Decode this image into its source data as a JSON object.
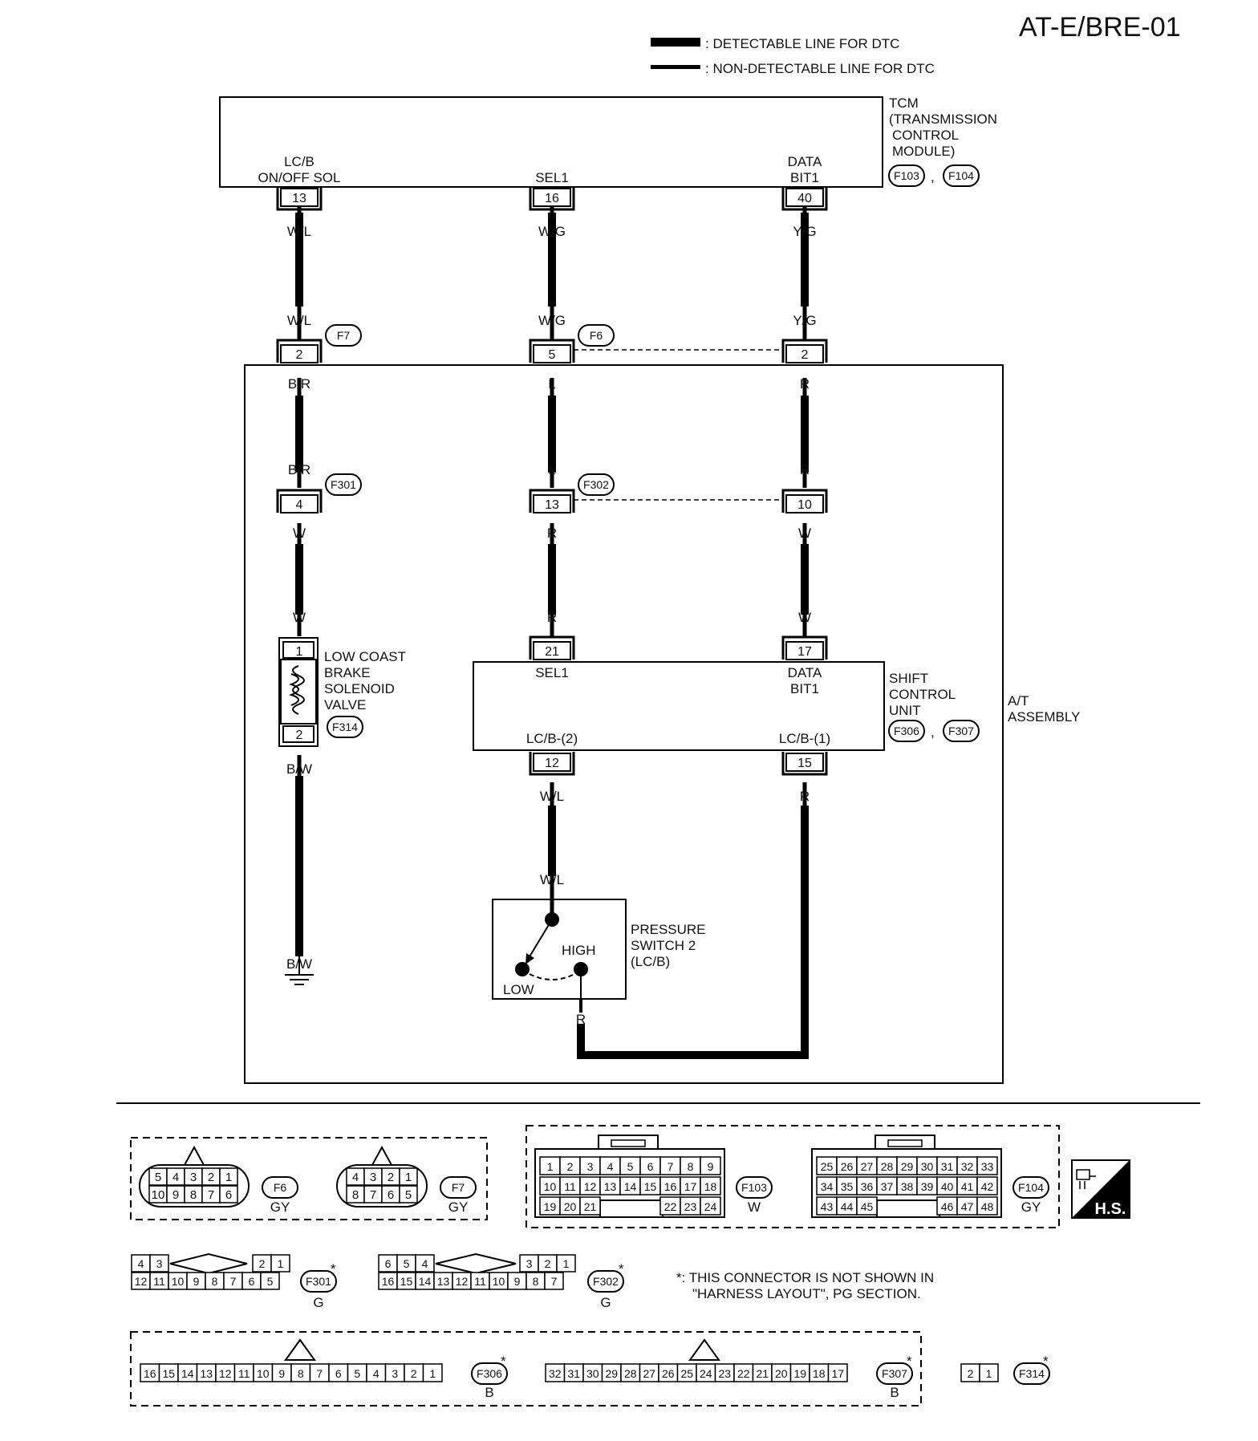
{
  "page_id": "AT-E/BRE-01",
  "legend": {
    "detectable": ": DETECTABLE LINE FOR DTC",
    "non_detectable": ": NON-DETECTABLE LINE FOR DTC"
  },
  "tcm": {
    "name_lines": [
      "TCM",
      "(TRANSMISSION",
      "CONTROL",
      "MODULE)"
    ],
    "connectors": [
      "F103",
      "F104"
    ],
    "comma": ","
  },
  "circuits": [
    {
      "tcm_label": [
        "LC/B",
        "ON/OFF SOL"
      ],
      "tcm_pin": "13",
      "w1_top": "W/L",
      "w1_bot": "W/L",
      "joint_conn": "F7",
      "joint_pin": "2",
      "w2_top": "B/R",
      "w2_bot": "B/R",
      "sub_conn": "F301",
      "sub_pin": "4",
      "w3_top": "W",
      "w3_bot": "W"
    },
    {
      "tcm_label": [
        "SEL1"
      ],
      "tcm_pin": "16",
      "w1_top": "W/G",
      "w1_bot": "W/G",
      "joint_conn": "F6",
      "joint_pin": "5",
      "w2_top": "L",
      "w2_bot": "L",
      "sub_conn": "F302",
      "sub_pin": "13",
      "w3_top": "R",
      "w3_bot": "R"
    },
    {
      "tcm_label": [
        "DATA",
        "BIT1"
      ],
      "tcm_pin": "40",
      "w1_top": "Y/G",
      "w1_bot": "Y/G",
      "joint_pin": "2",
      "w2_top": "R",
      "w2_bot": "R",
      "sub_pin": "10",
      "w3_top": "W",
      "w3_bot": "W"
    }
  ],
  "solenoid": {
    "name_lines": [
      "LOW COAST",
      "BRAKE",
      "SOLENOID",
      "VALVE"
    ],
    "connector": "F314",
    "pin_top": "1",
    "pin_bottom": "2",
    "wire_top": "B/W",
    "wire_bottom": "B/W"
  },
  "shift_unit": {
    "name_lines": [
      "SHIFT",
      "CONTROL",
      "UNIT"
    ],
    "connectors": [
      "F306",
      "F307"
    ],
    "in_left_label": "SEL1",
    "in_left_pin": "21",
    "in_right_label": [
      "DATA",
      "BIT1"
    ],
    "in_right_pin": "17",
    "out_left_label": "LC/B-(2)",
    "out_left_pin": "12",
    "out_right_label": "LC/B-(1)",
    "out_right_pin": "15",
    "wire_left_top": "W/L",
    "wire_left_bot": "W/L",
    "wire_right": "R"
  },
  "pressure_switch": {
    "name_lines": [
      "PRESSURE",
      "SWITCH 2",
      "(LC/B)"
    ],
    "high": "HIGH",
    "low": "LOW",
    "wire_out": "R"
  },
  "assembly_label": [
    "A/T",
    "ASSEMBLY"
  ],
  "connector_views": {
    "f6": {
      "id": "F6",
      "color": "GY",
      "row1": [
        "5",
        "4",
        "3",
        "2",
        "1"
      ],
      "row2": [
        "10",
        "9",
        "8",
        "7",
        "6"
      ]
    },
    "f7": {
      "id": "F7",
      "color": "GY",
      "row1": [
        "4",
        "3",
        "2",
        "1"
      ],
      "row2": [
        "8",
        "7",
        "6",
        "5"
      ]
    },
    "f103": {
      "id": "F103",
      "color": "W",
      "row1": [
        "1",
        "2",
        "3",
        "4",
        "5",
        "6",
        "7",
        "8",
        "9"
      ],
      "row2": [
        "10",
        "11",
        "12",
        "13",
        "14",
        "15",
        "16",
        "17",
        "18"
      ],
      "row3": [
        "19",
        "20",
        "21",
        "",
        "",
        "",
        "22",
        "23",
        "24"
      ]
    },
    "f104": {
      "id": "F104",
      "color": "GY",
      "row1": [
        "25",
        "26",
        "27",
        "28",
        "29",
        "30",
        "31",
        "32",
        "33"
      ],
      "row2": [
        "34",
        "35",
        "36",
        "37",
        "38",
        "39",
        "40",
        "41",
        "42"
      ],
      "row3": [
        "43",
        "44",
        "45",
        "",
        "",
        "",
        "46",
        "47",
        "48"
      ]
    },
    "f301": {
      "id": "F301",
      "color": "G",
      "row1_left": [
        "4",
        "3"
      ],
      "row1_right": [
        "2",
        "1"
      ],
      "row2": [
        "12",
        "11",
        "10",
        "9",
        "8",
        "7",
        "6",
        "5"
      ]
    },
    "f302": {
      "id": "F302",
      "color": "G",
      "row1_left": [
        "6",
        "5",
        "4"
      ],
      "row1_right": [
        "3",
        "2",
        "1"
      ],
      "row2": [
        "16",
        "15",
        "14",
        "13",
        "12",
        "11",
        "10",
        "9",
        "8",
        "7"
      ]
    },
    "f306": {
      "id": "F306",
      "color": "B",
      "row": [
        "16",
        "15",
        "14",
        "13",
        "12",
        "11",
        "10",
        "9",
        "8",
        "7",
        "6",
        "5",
        "4",
        "3",
        "2",
        "1"
      ]
    },
    "f307": {
      "id": "F307",
      "color": "B",
      "row": [
        "32",
        "31",
        "30",
        "29",
        "28",
        "27",
        "26",
        "25",
        "24",
        "23",
        "22",
        "21",
        "20",
        "19",
        "18",
        "17"
      ]
    },
    "f314": {
      "id": "F314",
      "row": [
        "2",
        "1"
      ]
    }
  },
  "asterisk": "*",
  "note_lines": [
    "*: THIS CONNECTOR IS NOT SHOWN IN",
    "\"HARNESS LAYOUT\", PG SECTION."
  ],
  "hs_badge": "H.S."
}
